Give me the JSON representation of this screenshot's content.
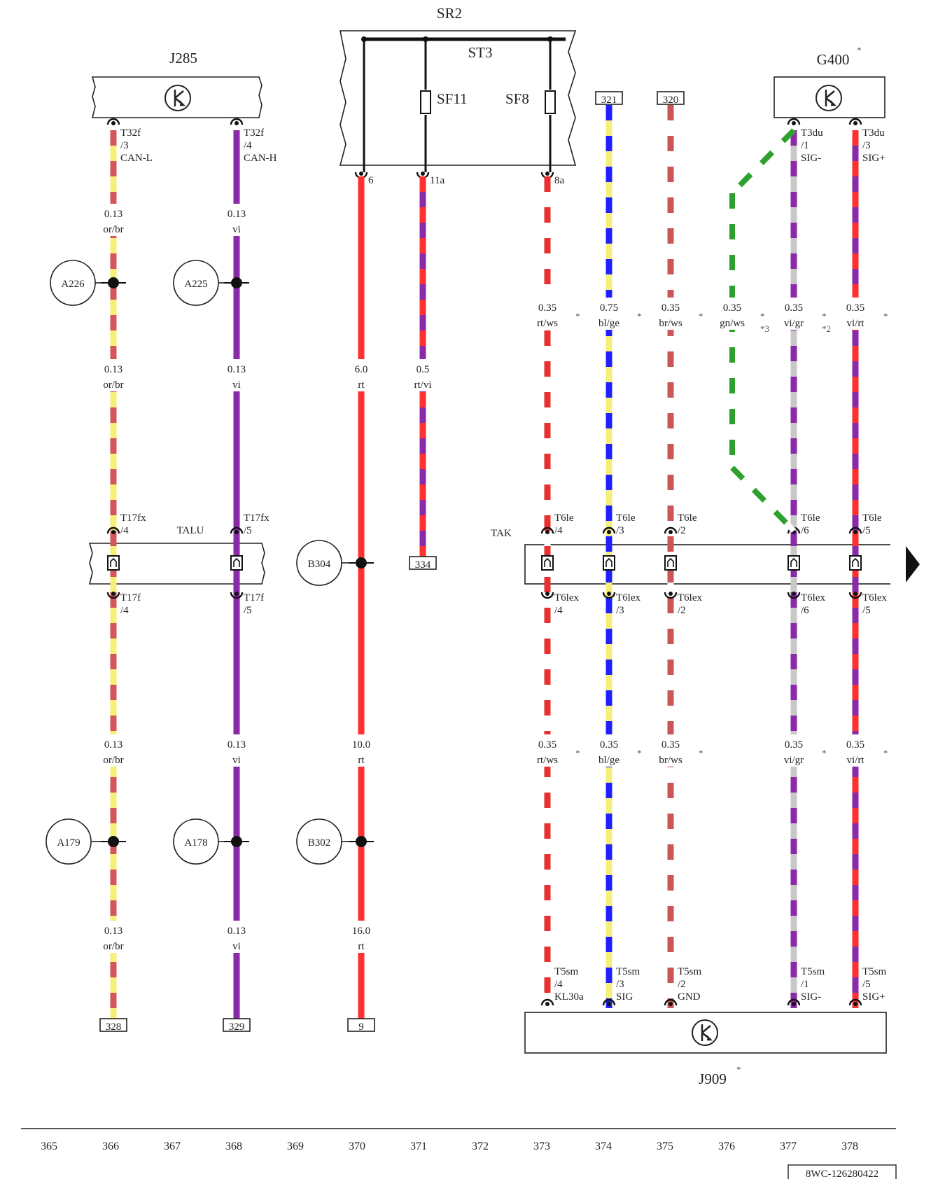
{
  "components": {
    "j285": {
      "label": "J285"
    },
    "sr2": {
      "label": "SR2"
    },
    "st3": {
      "label": "ST3"
    },
    "sf11": {
      "label": "SF11"
    },
    "sf8": {
      "label": "SF8"
    },
    "g400": {
      "label": "G400",
      "note": "*"
    },
    "j909": {
      "label": "J909",
      "note": "*"
    },
    "talu": {
      "label": "TALU"
    },
    "tak": {
      "label": "TAK"
    }
  },
  "wires": [
    {
      "id": "w366",
      "colors": [
        "#d4565a",
        "#f4f07a"
      ],
      "connector_top": [
        "T32f",
        "/3",
        "CAN-L"
      ],
      "segments": [
        [
          "0.13",
          "or/br",
          ""
        ],
        [
          "0.13",
          "or/br",
          ""
        ],
        [
          "0.13",
          "or/br",
          ""
        ],
        [
          "0.13",
          "or/br",
          ""
        ]
      ],
      "splices": [
        "A226",
        "A179"
      ],
      "mid_top": [
        "T17fx",
        "/4"
      ],
      "mid_bot": [
        "T17f",
        "/4"
      ],
      "ref": "328"
    },
    {
      "id": "w368",
      "colors": [
        "#8a2aa8",
        "#8a2aa8"
      ],
      "connector_top": [
        "T32f",
        "/4",
        "CAN-H"
      ],
      "segments": [
        [
          "0.13",
          "vi",
          ""
        ],
        [
          "0.13",
          "vi",
          ""
        ],
        [
          "0.13",
          "vi",
          ""
        ],
        [
          "0.13",
          "vi",
          ""
        ]
      ],
      "splices": [
        "A225",
        "A178"
      ],
      "mid_top": [
        "T17fx",
        "/5"
      ],
      "mid_bot": [
        "T17f",
        "/5"
      ],
      "ref": "329"
    },
    {
      "id": "w370",
      "colors": [
        "#ff3030",
        "#ff3030"
      ],
      "connector_top": [
        "6"
      ],
      "segments": [
        [
          "6.0",
          "rt",
          ""
        ],
        [
          "10.0",
          "rt",
          ""
        ],
        [
          "16.0",
          "rt",
          ""
        ]
      ],
      "splices": [
        "B304",
        "B302"
      ],
      "ref": "9"
    },
    {
      "id": "w371",
      "colors": [
        "#ff3030",
        "#8a2aa8"
      ],
      "connector_top": [
        "11a"
      ],
      "segments": [
        [
          "0.5",
          "rt/vi",
          ""
        ]
      ],
      "ref": "334"
    },
    {
      "id": "w373",
      "colors": [
        "#e83030",
        "#ffffff"
      ],
      "connector_top": [
        "8a"
      ],
      "segments": [
        [
          "0.35",
          "rt/ws",
          "*"
        ],
        [
          "0.35",
          "rt/ws",
          "*"
        ]
      ],
      "mid_top": [
        "T6le",
        "/4"
      ],
      "mid_bot": [
        "T6lex",
        "/4"
      ],
      "connector_bot": [
        "T5sm",
        "/4",
        "KL30a"
      ]
    },
    {
      "id": "w374",
      "colors": [
        "#2020ff",
        "#f4f07a"
      ],
      "ref_top": "321",
      "segments": [
        [
          "0.75",
          "bl/ge",
          "*"
        ],
        [
          "0.35",
          "bl/ge",
          "*"
        ]
      ],
      "mid_top": [
        "T6le",
        "/3"
      ],
      "mid_bot": [
        "T6lex",
        "/3"
      ],
      "connector_bot": [
        "T5sm",
        "/3",
        "SIG"
      ]
    },
    {
      "id": "w375",
      "colors": [
        "#cc5555",
        "#ffffff"
      ],
      "ref_top": "320",
      "segments": [
        [
          "0.35",
          "br/ws",
          "*"
        ],
        [
          "0.35",
          "br/ws",
          "*"
        ]
      ],
      "mid_top": [
        "T6le",
        "/2"
      ],
      "mid_bot": [
        "T6lex",
        "/2"
      ],
      "connector_bot": [
        "T5sm",
        "/2",
        "GND"
      ]
    },
    {
      "id": "w376",
      "colors": [
        "#2ea02e",
        "#ffffff"
      ],
      "segments": [
        [
          "0.35",
          "gn/ws",
          "*"
        ]
      ],
      "note": "*3"
    },
    {
      "id": "w377",
      "colors": [
        "#8a2aa8",
        "#c8c8c8"
      ],
      "connector_top": [
        "T3du",
        "/1",
        "SIG-"
      ],
      "segments": [
        [
          "0.35",
          "vi/gr",
          "*"
        ],
        [
          "0.35",
          "vi/gr",
          "*"
        ]
      ],
      "note": "*2",
      "mid_top": [
        "T6le",
        "/6"
      ],
      "mid_bot": [
        "T6lex",
        "/6"
      ],
      "connector_bot": [
        "T5sm",
        "/1",
        "SIG-"
      ]
    },
    {
      "id": "w378",
      "colors": [
        "#ff3030",
        "#8a2aa8"
      ],
      "connector_top": [
        "T3du",
        "/3",
        "SIG+"
      ],
      "segments": [
        [
          "0.35",
          "vi/rt",
          "*"
        ],
        [
          "0.35",
          "vi/rt",
          "*"
        ]
      ],
      "mid_top": [
        "T6le",
        "/5"
      ],
      "mid_bot": [
        "T6lex",
        "/5"
      ],
      "connector_bot": [
        "T5sm",
        "/5",
        "SIG+"
      ]
    }
  ],
  "columns": [
    "365",
    "366",
    "367",
    "368",
    "369",
    "370",
    "371",
    "372",
    "373",
    "374",
    "375",
    "376",
    "377",
    "378"
  ],
  "footer_code": "8WC-126280422"
}
